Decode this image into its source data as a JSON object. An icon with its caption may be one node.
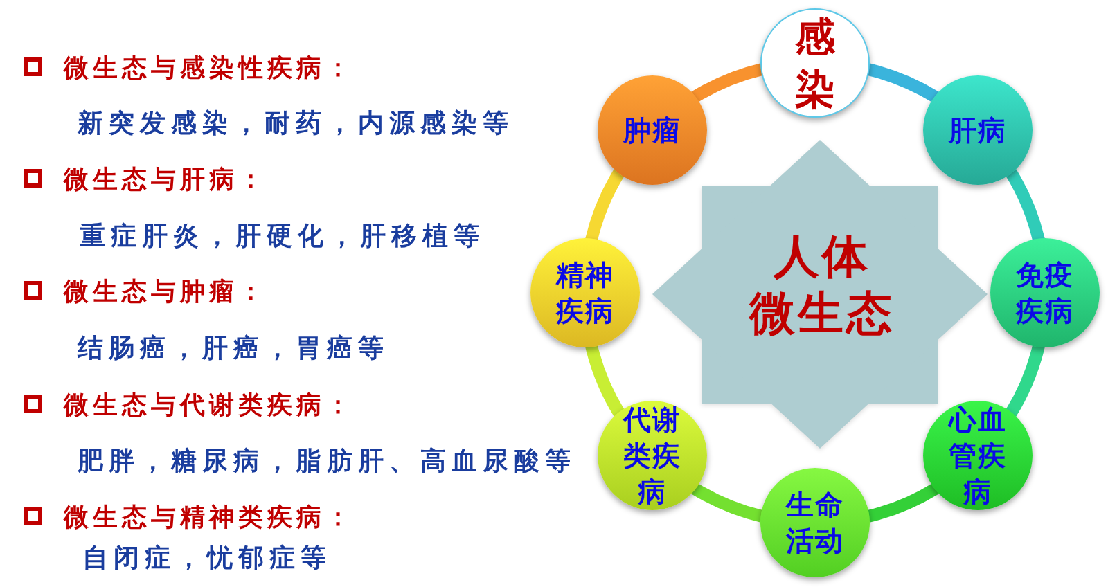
{
  "diagram": {
    "nodes": [
      {
        "text": [
          "感染"
        ]
      },
      {
        "text": [
          "肝病"
        ]
      },
      {
        "text": [
          "免疫疾病"
        ]
      },
      {
        "text": [
          "心血管疾病"
        ]
      },
      {
        "text": [
          "生命活动"
        ]
      },
      {
        "text": [
          "代谢类疾病"
        ]
      },
      {
        "text": [
          "精神疾病"
        ]
      },
      {
        "text": [
          "肿瘤"
        ]
      },
      {
        "text": [
          "人体微生态"
        ]
      }
    ],
    "edges": [
      {
        "from": 0,
        "to": 1,
        "arrow": "none",
        "color": "#3ab4dc"
      },
      {
        "from": 1,
        "to": 2,
        "arrow": "none",
        "color": "#30ccb8"
      },
      {
        "from": 2,
        "to": 3,
        "arrow": "none",
        "color": "#30d88c"
      },
      {
        "from": 3,
        "to": 4,
        "arrow": "none",
        "color": "#34d038"
      },
      {
        "from": 4,
        "to": 5,
        "arrow": "none",
        "color": "#74e030"
      },
      {
        "from": 5,
        "to": 6,
        "arrow": "none",
        "color": "#c8ee34"
      },
      {
        "from": 6,
        "to": 7,
        "arrow": "none",
        "color": "#f6d832"
      },
      {
        "from": 7,
        "to": 0,
        "arrow": "none",
        "color": "#f8922e"
      }
    ],
    "labels": [
      "微生态与感染性疾病：",
      "新突发感染，耐药，内源感染等",
      "微生态与肝病：",
      "重症肝炎，肝硬化，肝移植等",
      "微生态与肿瘤：",
      "结肠癌，肝癌，胃癌等",
      "微生态与代谢类疾病：",
      "肥胖，糖尿病，脂肪肝、高血尿酸等",
      "微生态与精神类疾病：",
      "自闭症，忧郁症等"
    ]
  }
}
